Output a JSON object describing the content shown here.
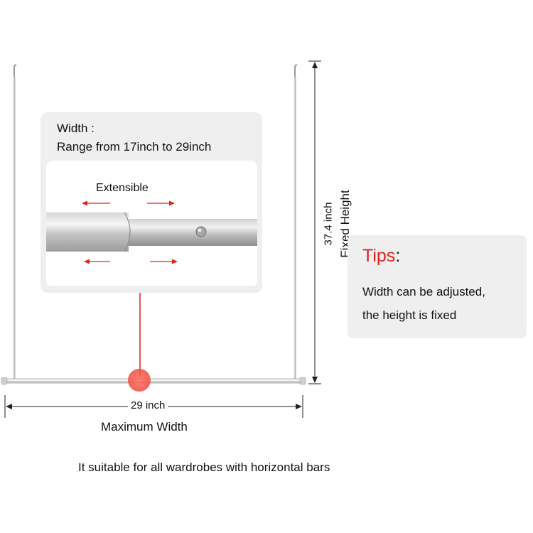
{
  "inset": {
    "title_line1": "Width :",
    "title_line2": "Range from 17inch to 29inch",
    "extensible": "Extensible"
  },
  "dimensions": {
    "height_value": "37.4 inch",
    "height_label": "Fixed Height",
    "width_value": "29 inch",
    "width_label": "Maximum Width"
  },
  "tips": {
    "title": "Tips",
    "colon": ":",
    "line1": "Width can be adjusted,",
    "line2": "the height is fixed"
  },
  "caption": "It suitable for all wardrobes with horizontal bars",
  "colors": {
    "accent_red": "#e0231b",
    "box_gray": "#efefef",
    "metal": "#b7b7b7"
  }
}
